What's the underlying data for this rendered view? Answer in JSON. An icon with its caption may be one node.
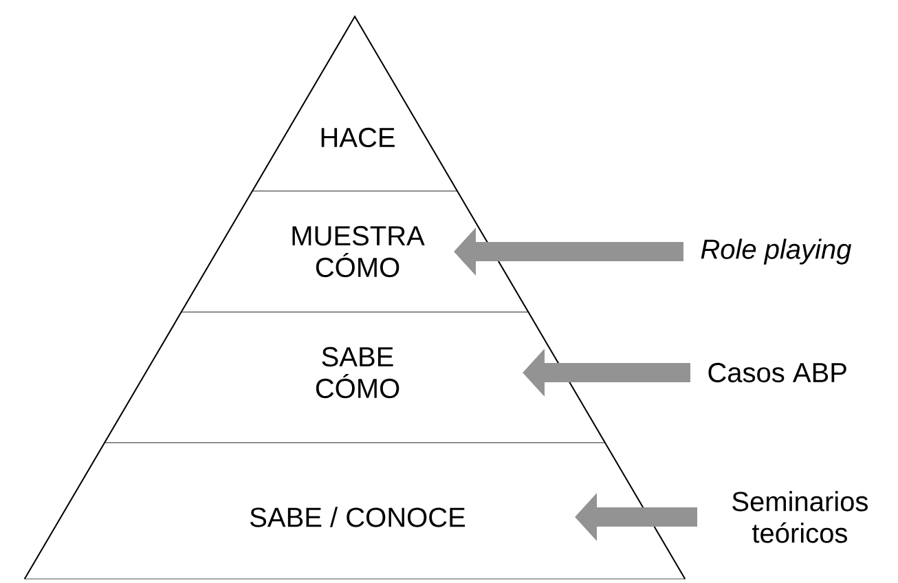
{
  "diagram": {
    "nodes": [
      {
        "text": [
          "HACE"
        ]
      },
      {
        "text": [
          "MUESTRA CÓMO"
        ]
      },
      {
        "text": [
          "SABE CÓMO"
        ]
      },
      {
        "text": [
          "SABE / CONOCE"
        ]
      },
      {
        "text": [
          "Role playing"
        ]
      },
      {
        "text": [
          "Casos ABP"
        ]
      },
      {
        "text": [
          "Seminarios teóricos"
        ]
      }
    ],
    "edges": [
      {
        "from": 4,
        "to": 1,
        "arrow": "to"
      },
      {
        "from": 5,
        "to": 2,
        "arrow": "to"
      },
      {
        "from": 6,
        "to": 3,
        "arrow": "to"
      }
    ]
  }
}
